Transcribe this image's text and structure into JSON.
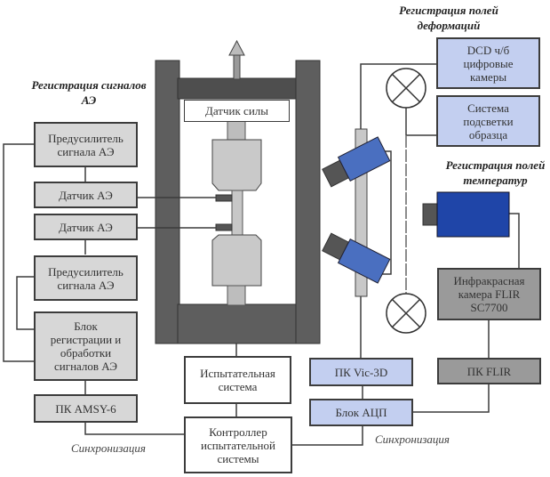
{
  "sections": {
    "ae_title": "Регистрация сигналов АЭ",
    "deform_title": "Регистрация полей деформаций",
    "temp_title": "Регистрация полей температур"
  },
  "ae_chain": {
    "preamp_1": "Предусилитель сигнала АЭ",
    "sensor_1": "Датчик АЭ",
    "sensor_2": "Датчик АЭ",
    "preamp_2": "Предусилитель сигнала АЭ",
    "processing_unit": "Блок регистрации и обработки сигналов АЭ",
    "pc": "ПК AMSY-6"
  },
  "machine": {
    "force_sensor": "Датчик силы",
    "test_system": "Испытательная система",
    "controller": "Контроллер испытательной системы"
  },
  "deformation": {
    "cameras": "DCD ч/б цифровые камеры",
    "lighting": "Система подсветки образца",
    "pc": "ПК Vic-3D",
    "adc": "Блок АЦП"
  },
  "thermal": {
    "ir_camera": "Инфракрасная камера FLIR SC7700",
    "pc": "ПК FLIR"
  },
  "labels": {
    "sync_left": "Синхронизация",
    "sync_right": "Синхронизация"
  },
  "colors": {
    "frame": "#5e5e5e",
    "ae_box": "#d7d7d7",
    "deform_box": "#c3cff0",
    "thermal_box": "#9a9a9a",
    "camera": "#4a6fc0",
    "ir_camera": "#1f45a8"
  }
}
